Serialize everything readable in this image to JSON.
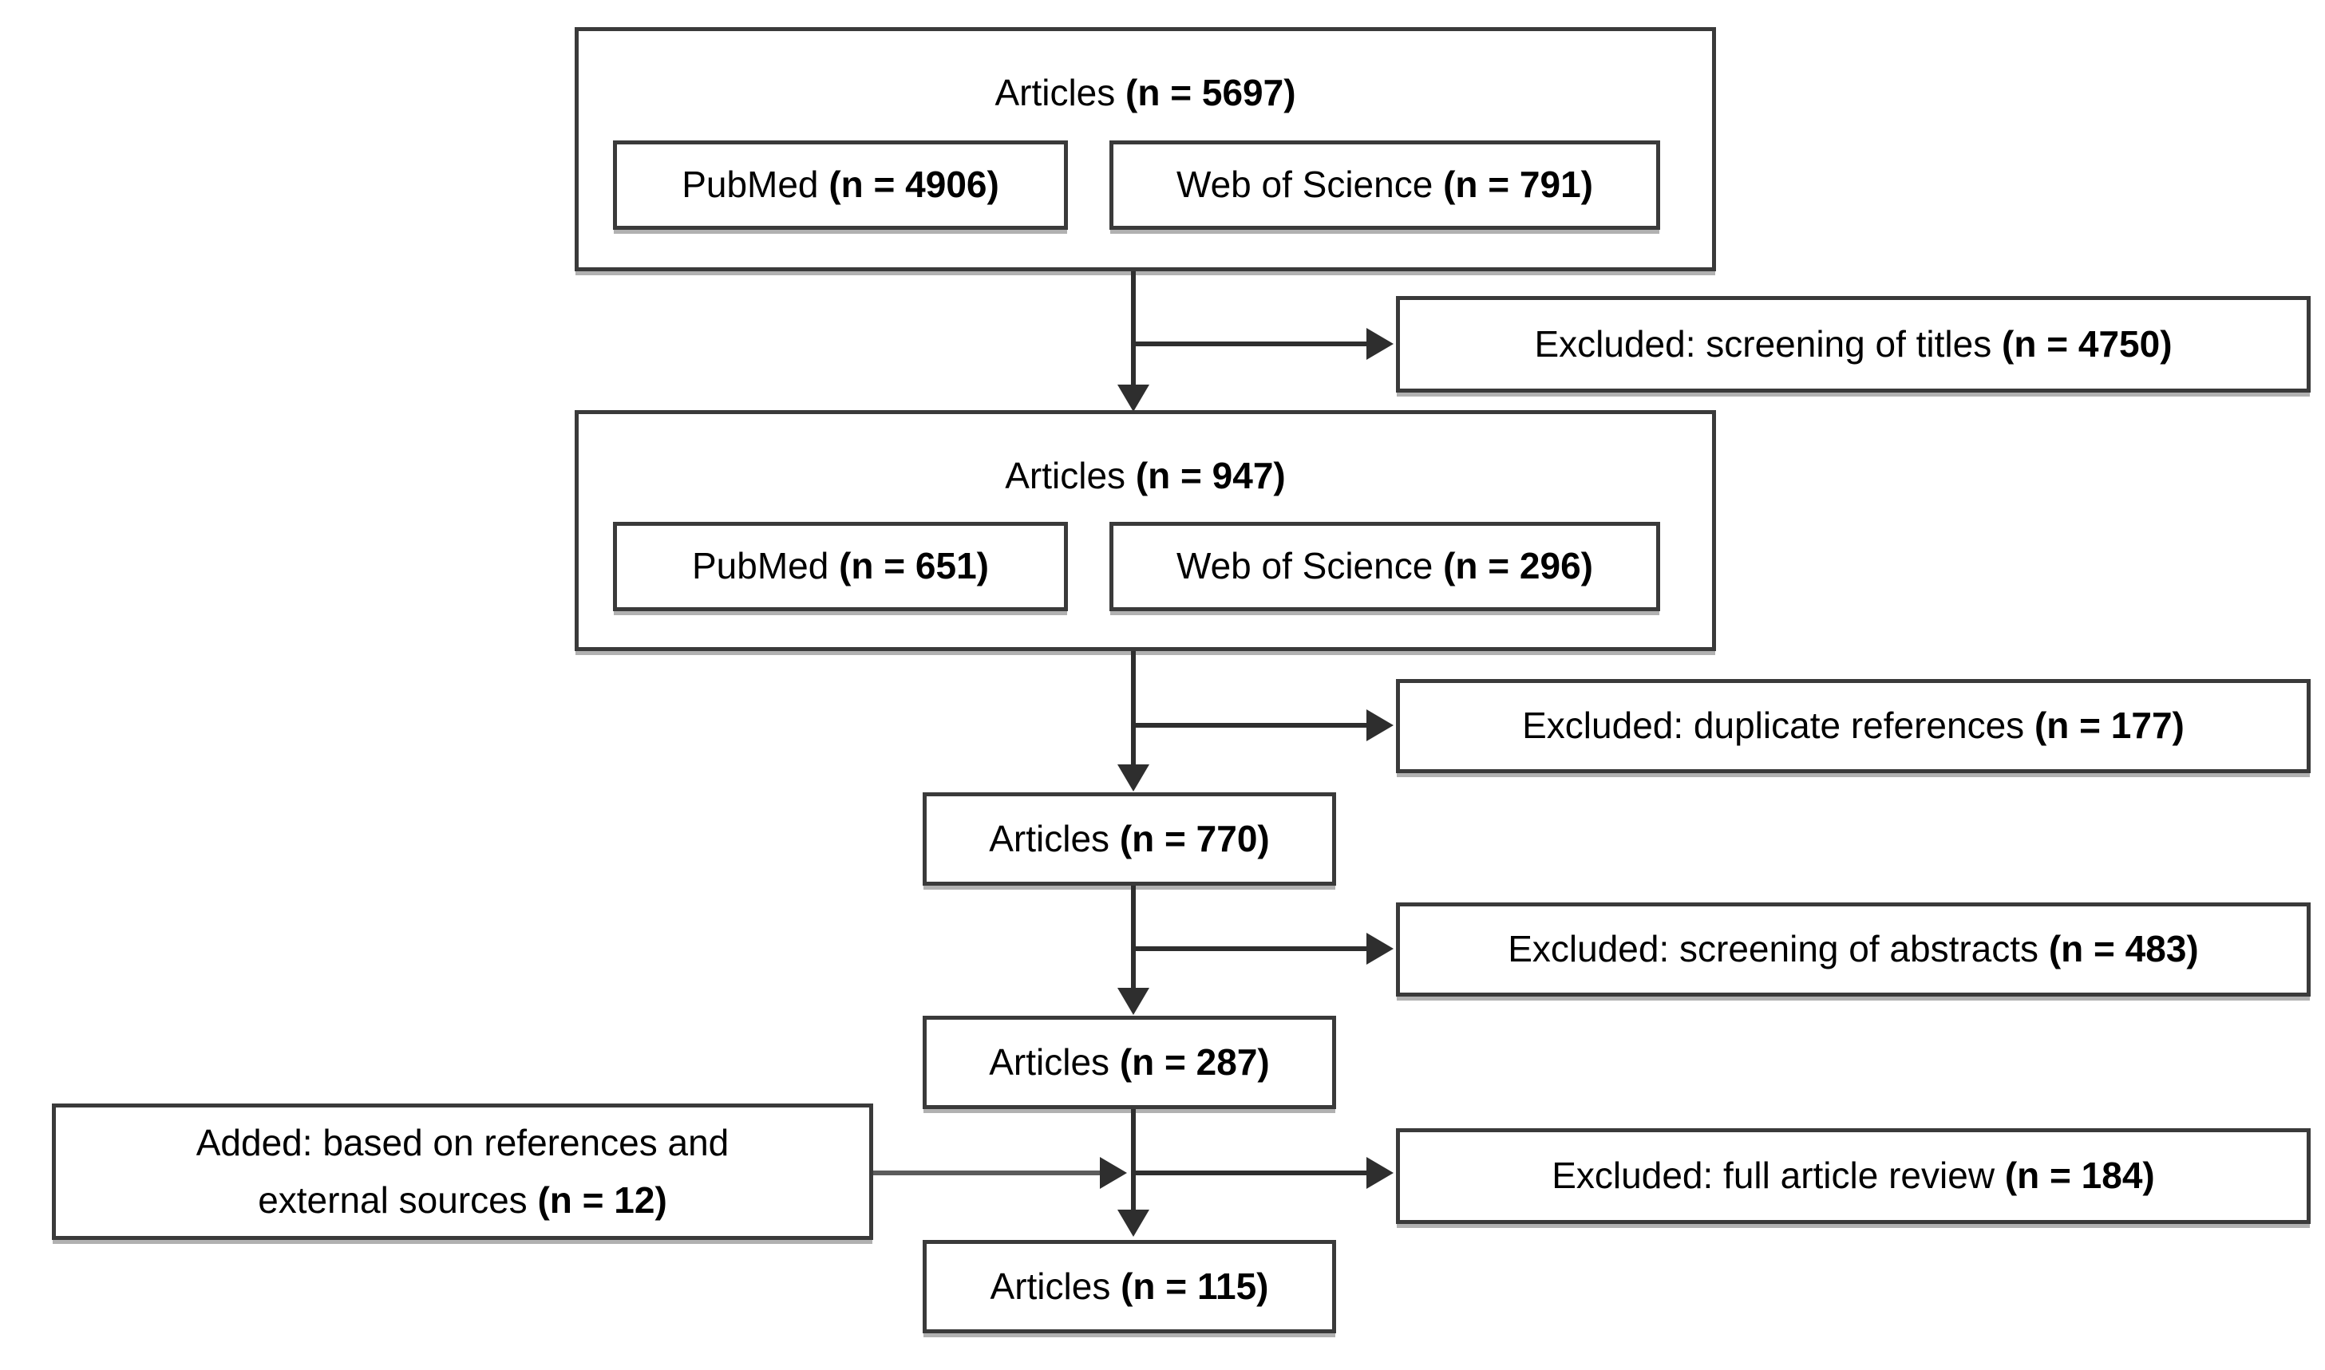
{
  "colors": {
    "background": "#ffffff",
    "text": "#000000",
    "box_border": "#3a3a3a",
    "line_ink": "#2e2e2e",
    "shadow": "#878787"
  },
  "flow": {
    "stages": [
      {
        "label": "Articles",
        "count": "(n = 5697)"
      },
      {
        "label": "Articles",
        "count": "(n = 947)"
      },
      {
        "label": "Articles",
        "count": "(n = 770)"
      },
      {
        "label": "Articles",
        "count": "(n = 287)"
      },
      {
        "label": "Articles",
        "count": "(n = 115)"
      }
    ],
    "stage1_sources": [
      {
        "label": "PubMed",
        "count": "(n = 4906)"
      },
      {
        "label": "Web of Science",
        "count": "(n = 791)"
      }
    ],
    "stage2_sources": [
      {
        "label": "PubMed",
        "count": "(n = 651)"
      },
      {
        "label": "Web of Science",
        "count": "(n = 296)"
      }
    ],
    "exclusions": [
      {
        "label": "Excluded: screening of titles",
        "count": "(n = 4750)"
      },
      {
        "label": "Excluded: duplicate references",
        "count": "(n = 177)"
      },
      {
        "label": "Excluded: screening of abstracts",
        "count": "(n = 483)"
      },
      {
        "label": "Excluded: full article review",
        "count": "(n = 184)"
      }
    ],
    "addition": {
      "line1": "Added: based on references and",
      "line2": "external sources",
      "count": "(n = 12)"
    }
  }
}
